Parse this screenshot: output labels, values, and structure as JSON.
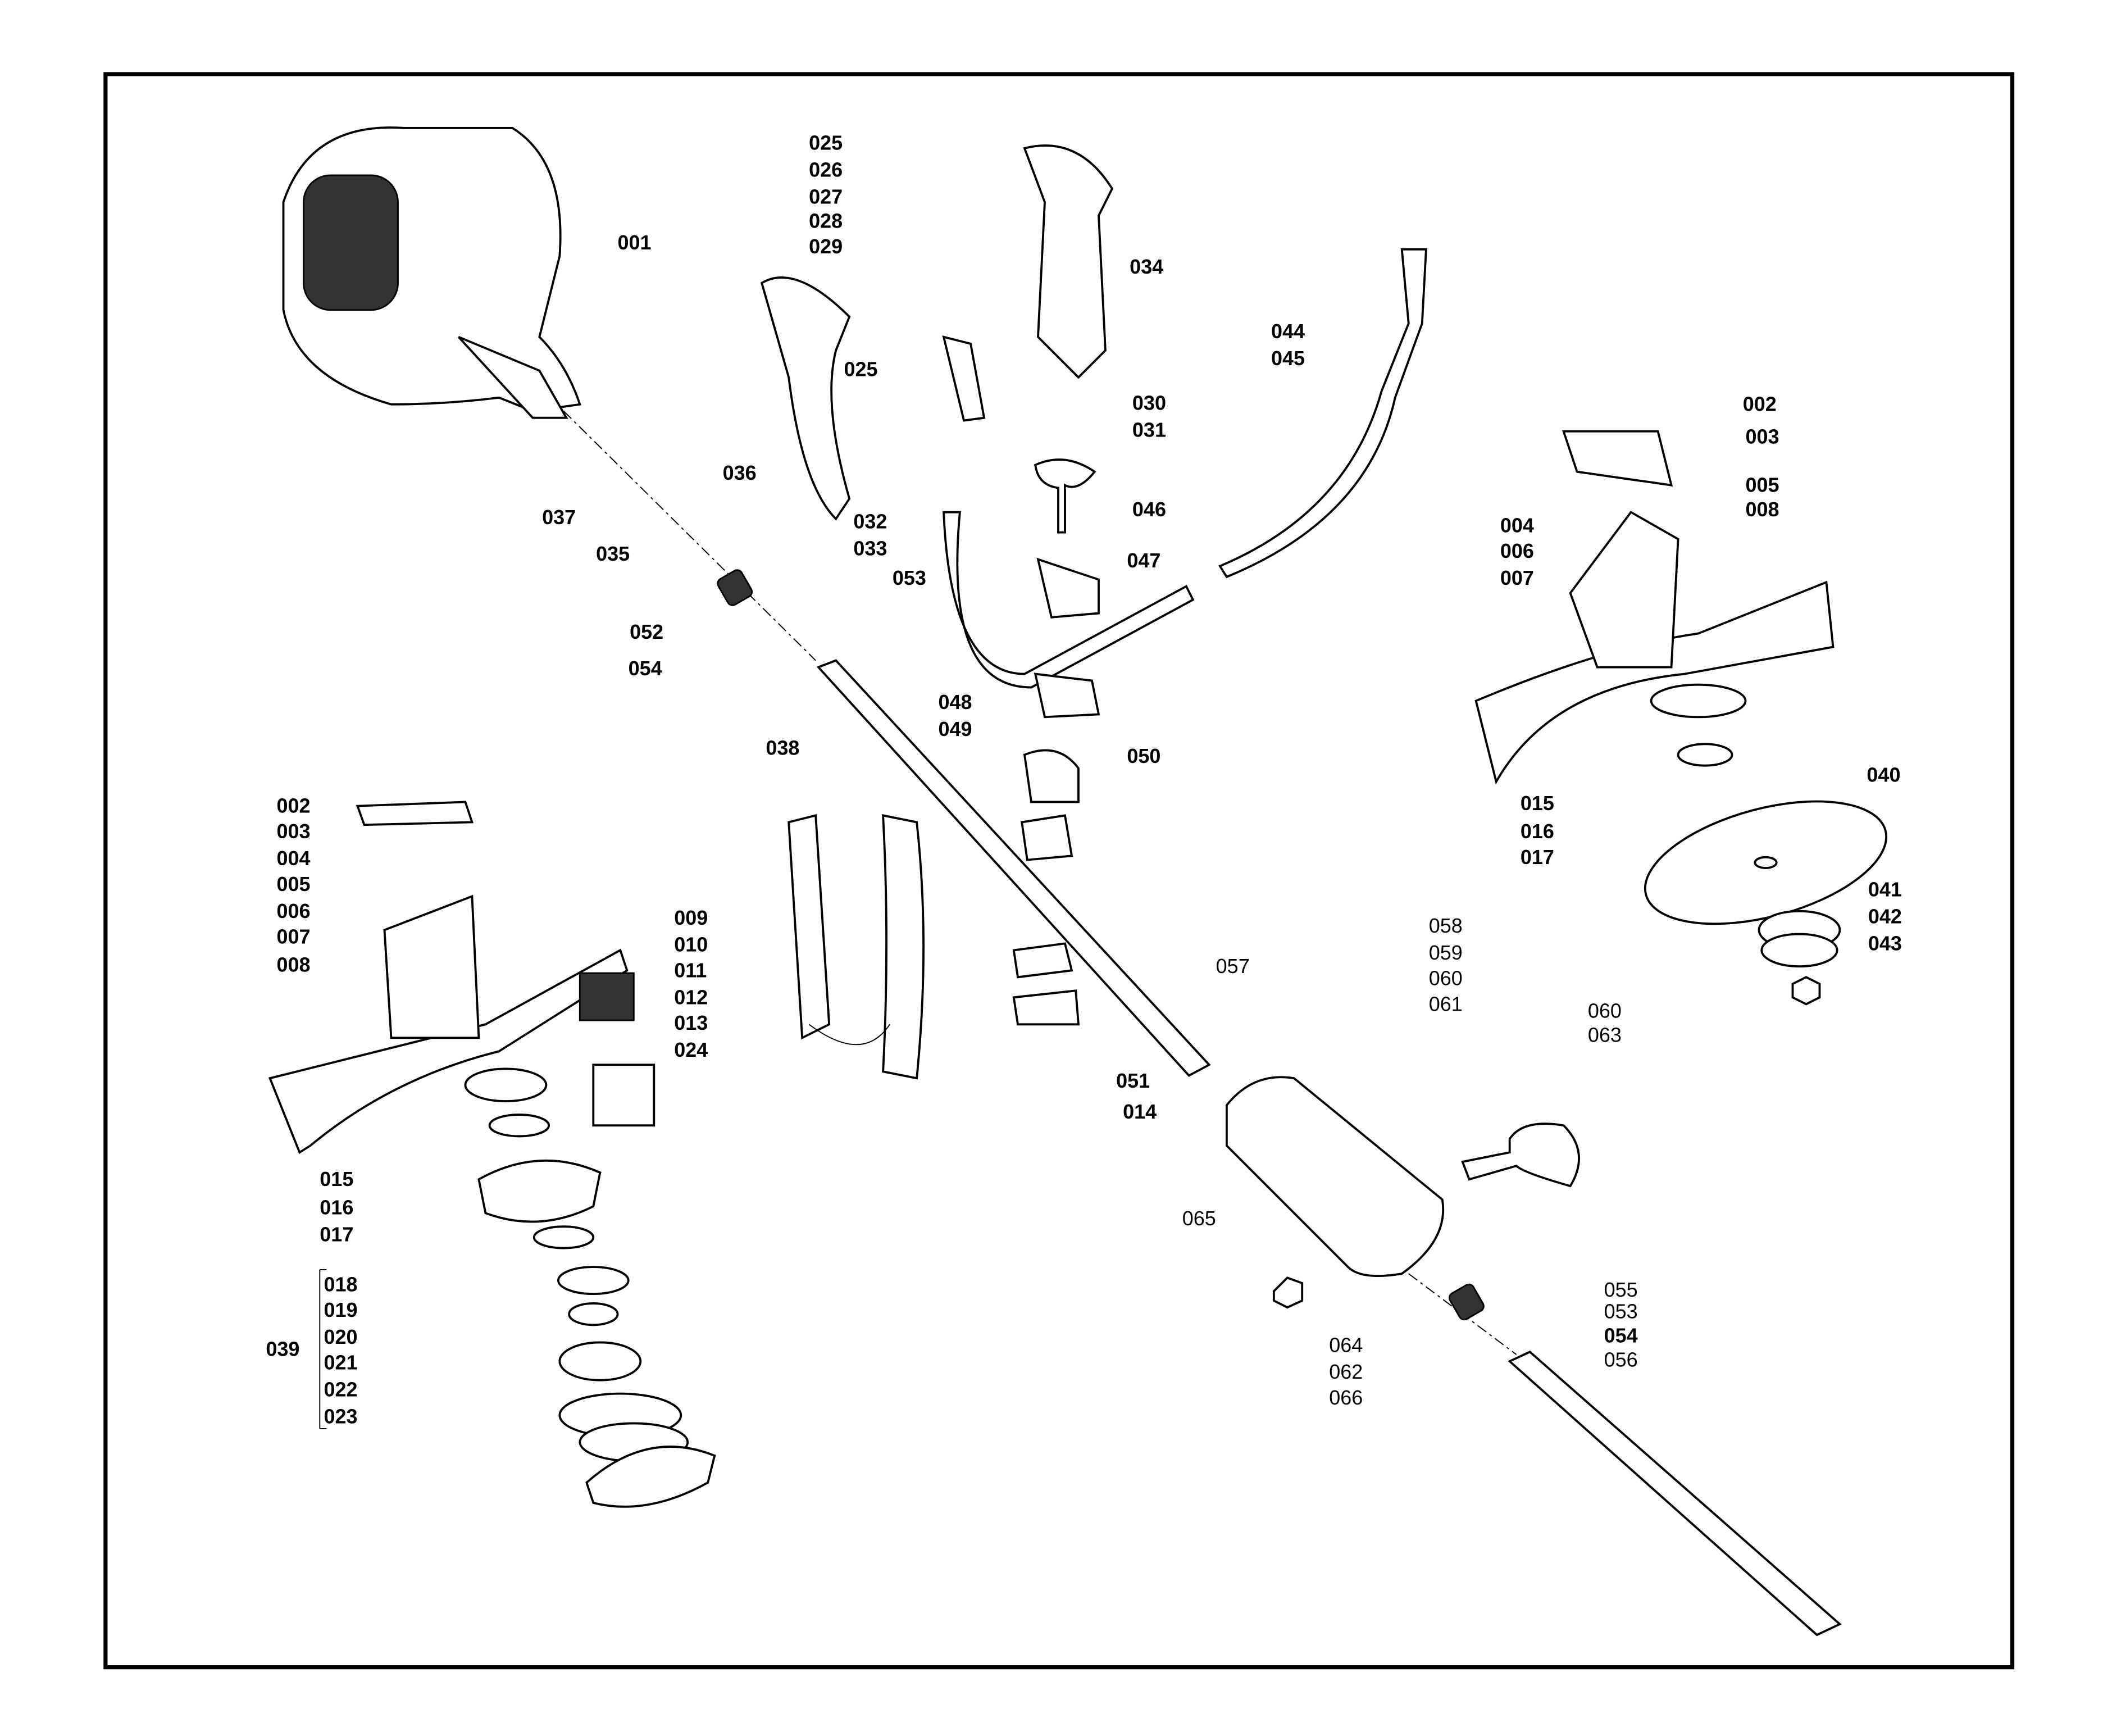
{
  "diagram": {
    "type": "exploded parts diagram",
    "labels": [
      "001",
      "025",
      "026",
      "027",
      "028",
      "029",
      "034",
      "025",
      "030",
      "031",
      "032",
      "033",
      "036",
      "037",
      "035",
      "044",
      "045",
      "046",
      "047",
      "053",
      "052",
      "054",
      "048",
      "049",
      "050",
      "038",
      "002",
      "003",
      "005",
      "008",
      "004",
      "006",
      "007",
      "040",
      "015",
      "016",
      "017",
      "041",
      "042",
      "043",
      "002",
      "003",
      "004",
      "005",
      "006",
      "007",
      "008",
      "009",
      "010",
      "011",
      "012",
      "013",
      "024",
      "015",
      "016",
      "017",
      "018",
      "019",
      "020",
      "021",
      "022",
      "023",
      "039",
      "057",
      "058",
      "059",
      "060",
      "061",
      "060",
      "063",
      "051",
      "014",
      "065",
      "055",
      "053",
      "054",
      "056",
      "064",
      "062",
      "066"
    ]
  }
}
